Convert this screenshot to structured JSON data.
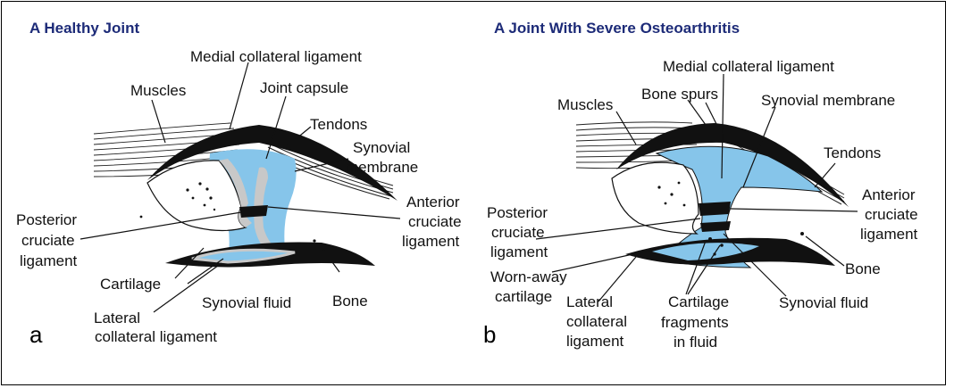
{
  "panel_a": {
    "title": "A Healthy Joint",
    "letter": "a",
    "labels": {
      "medial_collateral_ligament": "Medial collateral ligament",
      "muscles": "Muscles",
      "joint_capsule": "Joint capsule",
      "tendons": "Tendons",
      "synovial_membrane_1": "Synovial",
      "synovial_membrane_2": "membrane",
      "anterior_cruciate_1": "Anterior",
      "anterior_cruciate_2": "cruciate",
      "anterior_cruciate_3": "ligament",
      "posterior_cruciate_1": "Posterior",
      "posterior_cruciate_2": "cruciate",
      "posterior_cruciate_3": "ligament",
      "cartilage": "Cartilage",
      "synovial_fluid": "Synovial fluid",
      "bone": "Bone",
      "lateral_collateral_1": "Lateral",
      "lateral_collateral_2": "collateral ligament"
    }
  },
  "panel_b": {
    "title": "A Joint With Severe Osteoarthritis",
    "letter": "b",
    "labels": {
      "medial_collateral_ligament": "Medial collateral ligament",
      "muscles": "Muscles",
      "bone_spurs": "Bone spurs",
      "synovial_membrane": "Synovial membrane",
      "tendons": "Tendons",
      "anterior_cruciate_1": "Anterior",
      "anterior_cruciate_2": "cruciate",
      "anterior_cruciate_3": "ligament",
      "posterior_cruciate_1": "Posterior",
      "posterior_cruciate_2": "cruciate",
      "posterior_cruciate_3": "ligament",
      "worn_away_1": "Worn-away",
      "worn_away_2": "cartilage",
      "bone": "Bone",
      "lateral_collateral_1": "Lateral",
      "lateral_collateral_2": "collateral",
      "lateral_collateral_3": "ligament",
      "cartilage_fragments_1": "Cartilage",
      "cartilage_fragments_2": "fragments",
      "cartilage_fragments_3": "in fluid",
      "synovial_fluid": "Synovial fluid"
    }
  },
  "colors": {
    "synovial_fluid": "#86c5ea",
    "cartilage": "#c8c8c8",
    "title": "#1d2b78"
  }
}
